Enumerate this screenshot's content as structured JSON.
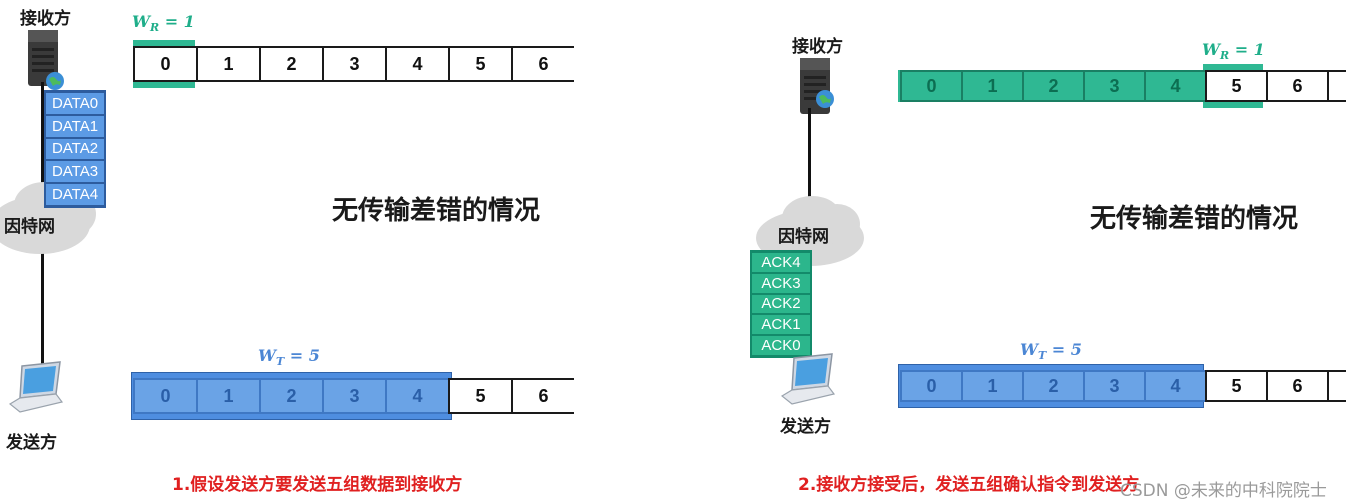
{
  "left": {
    "receiver_label": "接收方",
    "internet_label": "因特网",
    "sender_label": "发送方",
    "wr_label": "W",
    "wr_sub": "R",
    "wr_value": "= 1",
    "wt_label": "W",
    "wt_sub": "T",
    "wt_value": "= 5",
    "title": "无传输差错的情况",
    "packets": [
      "DATA0",
      "DATA1",
      "DATA2",
      "DATA3",
      "DATA4"
    ],
    "receive_row": [
      "0",
      "1",
      "2",
      "3",
      "4",
      "5",
      "6"
    ],
    "send_row": [
      "0",
      "1",
      "2",
      "3",
      "4",
      "5",
      "6"
    ],
    "caption": "1.假设发送方要发送五组数据到接收方"
  },
  "right": {
    "receiver_label": "接收方",
    "internet_label": "因特网",
    "sender_label": "发送方",
    "wr_label": "W",
    "wr_sub": "R",
    "wr_value": "= 1",
    "wt_label": "W",
    "wt_sub": "T",
    "wt_value": "= 5",
    "title": "无传输差错的情况",
    "packets": [
      "ACK4",
      "ACK3",
      "ACK2",
      "ACK1",
      "ACK0"
    ],
    "receive_row": [
      "0",
      "1",
      "2",
      "3",
      "4",
      "5",
      "6"
    ],
    "send_row": [
      "0",
      "1",
      "2",
      "3",
      "4",
      "5",
      "6"
    ],
    "caption": "2.接收方接受后，发送五组确认指令到发送方",
    "watermark": "CSDN @未来的中科院院士"
  },
  "colors": {
    "window_green": "#2fb893",
    "window_blue": "#6aa3e6",
    "caption_red": "#e02020"
  },
  "icons": [
    "server-icon",
    "globe-icon",
    "cloud-icon",
    "laptop-icon"
  ]
}
